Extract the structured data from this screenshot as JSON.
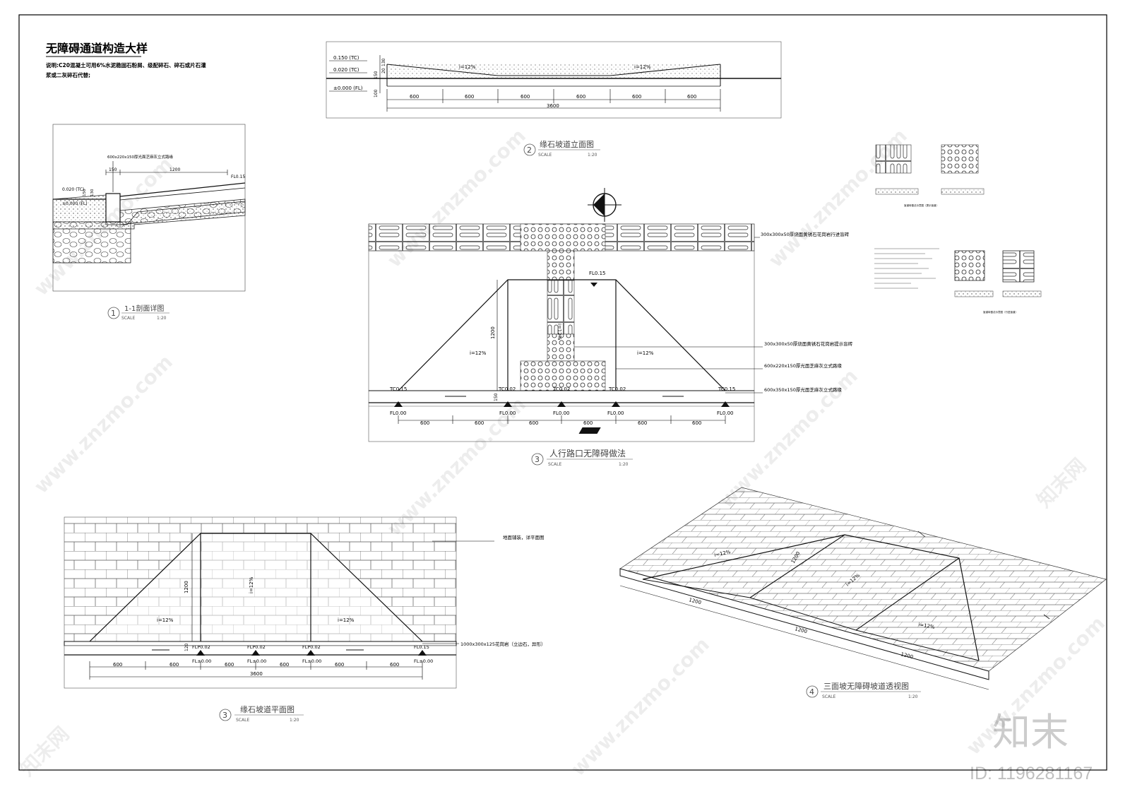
{
  "sheet": {
    "title": "无障碍通道构造大样",
    "note_line1": "说明:C20混凝土可用6%水泥稳固石粉屑、级配碎石、碎石或片石灌",
    "note_line2": "浆或二灰碎石代替;"
  },
  "drawings": {
    "section": {
      "num": "1",
      "name": "1-1剖面详图",
      "scale_label": "SCALE",
      "scale": "1:20",
      "stone_label": "600x220x150厚光面芝麻灰立式路缘",
      "d150": "150",
      "d1200": "1200",
      "fl": "FL0.15",
      "tc": "0.020 (TC)",
      "fl0": "±0.000 (FL)",
      "h1": "150",
      "h2": "130"
    },
    "elevation": {
      "num": "2",
      "name": "缘石坡道立面图",
      "scale_label": "SCALE",
      "scale": "1:20",
      "lv1": "0.150 (TC)",
      "lv2": "0.020 (TC)",
      "lv3": "±0.000 (FL)",
      "v1": "20",
      "v2": "130",
      "v3": "150",
      "v4": "100",
      "slope": "i=12%",
      "seg": [
        "600",
        "600",
        "600",
        "600",
        "600",
        "600"
      ],
      "total": "3600"
    },
    "crossing": {
      "num": "3",
      "name": "人行路口无障碍做法",
      "scale_label": "SCALE",
      "scale": "1:20",
      "label1": "300x300x50厚烧面黄锈石花岗岩行进盲砖",
      "label2": "300x300x50厚烧面黄锈石花岗岩提示盲砖",
      "label3": "600x220x150厚光面芝麻灰立式路缘",
      "label4": "600x350x150厚光面芝麻灰立式路缘",
      "top": "FL0.15",
      "tc_ends": "TC0.15",
      "tc_mid": "TC0.02",
      "fl": "FL0.00",
      "h1200": "1200",
      "h150": "150",
      "slope": "i=12%",
      "slope_v": "i=12%",
      "seg": [
        "600",
        "600",
        "600",
        "600",
        "600",
        "600"
      ]
    },
    "plan": {
      "num": "3",
      "name": "缘石坡道平面图",
      "scale_label": "SCALE",
      "scale": "1:20",
      "label1": "地面铺装，详平面图",
      "label2": "1000x300x125花岗岩（立边石，异形）",
      "flp": "FLP0.02",
      "fl15": "FL0.15",
      "fl0": "FL±0.00",
      "h1200": "1200",
      "h120": "120",
      "slope": "i=12%",
      "seg": [
        "600",
        "600",
        "600",
        "600",
        "600",
        "600"
      ],
      "total": "3600"
    },
    "perspective": {
      "num": "4",
      "name": "三面坡无障碍坡道透视图",
      "scale_label": "SCALE",
      "scale": "1:20",
      "d1": "1200",
      "d2": "1200",
      "d3": "1200",
      "d4": "1200",
      "slope": "i=12%"
    },
    "tactile_top": {
      "caption": "盲道砖做法示意图（提示盲道）"
    },
    "tactile_mid": {
      "caption": "盲道砖做法示意图（行进盲道）"
    }
  },
  "watermark": {
    "brand": "知末",
    "id": "ID: 1196281167",
    "site": "www.znzmo.com",
    "cn": "知末网"
  }
}
